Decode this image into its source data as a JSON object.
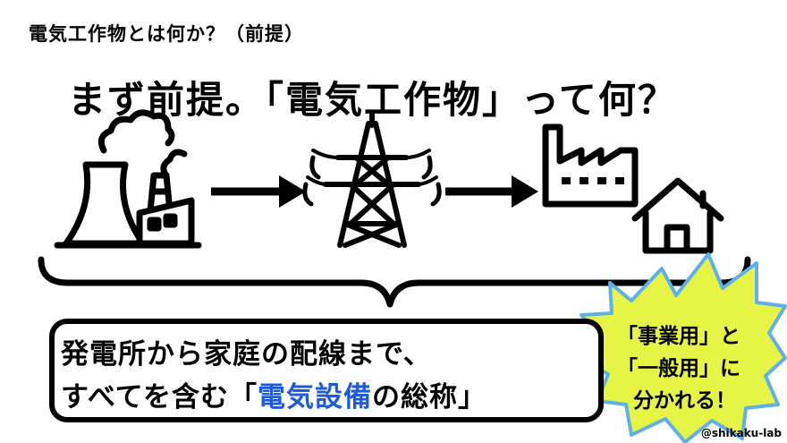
{
  "section_label": "電気工作物とは何か？（前提）",
  "headline": "まず前提。「電気工作物」って何？",
  "flow": {
    "stages": [
      "power-plant-icon",
      "transmission-tower-icon",
      "factory-icon",
      "house-icon"
    ],
    "connector": "arrow-right-icon"
  },
  "definition": {
    "line1": "発電所から家庭の配線まで、",
    "line2_prefix": "すべてを含む「",
    "line2_highlight": "電気設備",
    "line2_suffix": "の総称」"
  },
  "burst": {
    "line1": "「事業用」と",
    "line2": "「一般用」に",
    "line3": "分かれる！"
  },
  "credit": "@shikaku-lab",
  "colors": {
    "accent_blue": "#1f5bd6",
    "burst_fill": "#e6f545",
    "burst_stroke": "#5fb0e8",
    "ink": "#000000"
  }
}
